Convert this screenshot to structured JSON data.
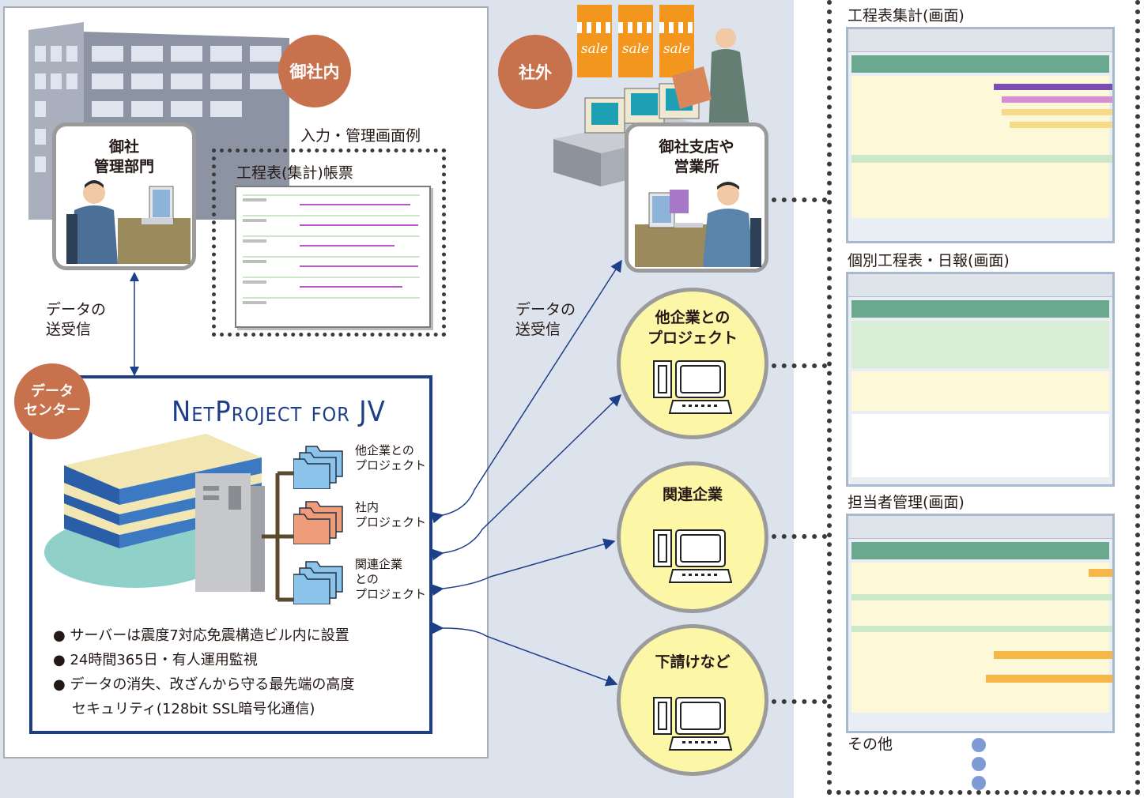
{
  "labels": {
    "internal": "御社内",
    "external": "社外",
    "datacenter_line1": "データ",
    "datacenter_line2": "センター",
    "mgmt_line1": "御社",
    "mgmt_line2": "管理部門",
    "branch_line1": "御社支店や",
    "branch_line2": "営業所",
    "input_example": "入力・管理画面例",
    "report_title": "工程表(集計)帳票",
    "transfer_left_1": "データの",
    "transfer_left_2": "送受信",
    "transfer_right_1": "データの",
    "transfer_right_2": "送受信",
    "sale_1": "sale",
    "sale_2": "sale",
    "sale_3": "sale"
  },
  "datacenter": {
    "product_name": "NetProject for JV",
    "folders": [
      {
        "line1": "他企業との",
        "line2": "プロジェクト",
        "line3": "",
        "color": "#8cc3ea"
      },
      {
        "line1": "社内",
        "line2": "プロジェクト",
        "line3": "",
        "color": "#ef9c7a"
      },
      {
        "line1": "関連企業",
        "line2": "との",
        "line3": "プロジェクト",
        "color": "#8cc3ea"
      }
    ],
    "bullets": [
      "サーバーは震度7対応免震構造ビル内に設置",
      "24時間365日・有人運用監視",
      "データの消失、改ざんから守る最先端の高度",
      "セキュリティ(128bit SSL暗号化通信)"
    ]
  },
  "partners": [
    {
      "line1": "他企業との",
      "line2": "プロジェクト"
    },
    {
      "line1": "関連企業",
      "line2": ""
    },
    {
      "line1": "下請けなど",
      "line2": ""
    }
  ],
  "screens": [
    {
      "title": "工程表集計(画面)"
    },
    {
      "title": "個別工程表・日報(画面)"
    },
    {
      "title": "担当者管理(画面)"
    }
  ],
  "others": "その他",
  "colors": {
    "badge": "#c8714d",
    "navy": "#1d3f8a",
    "yellow": "#fbf7a6",
    "panel": "#dde3ec",
    "arrow": "#1d3f8a"
  }
}
